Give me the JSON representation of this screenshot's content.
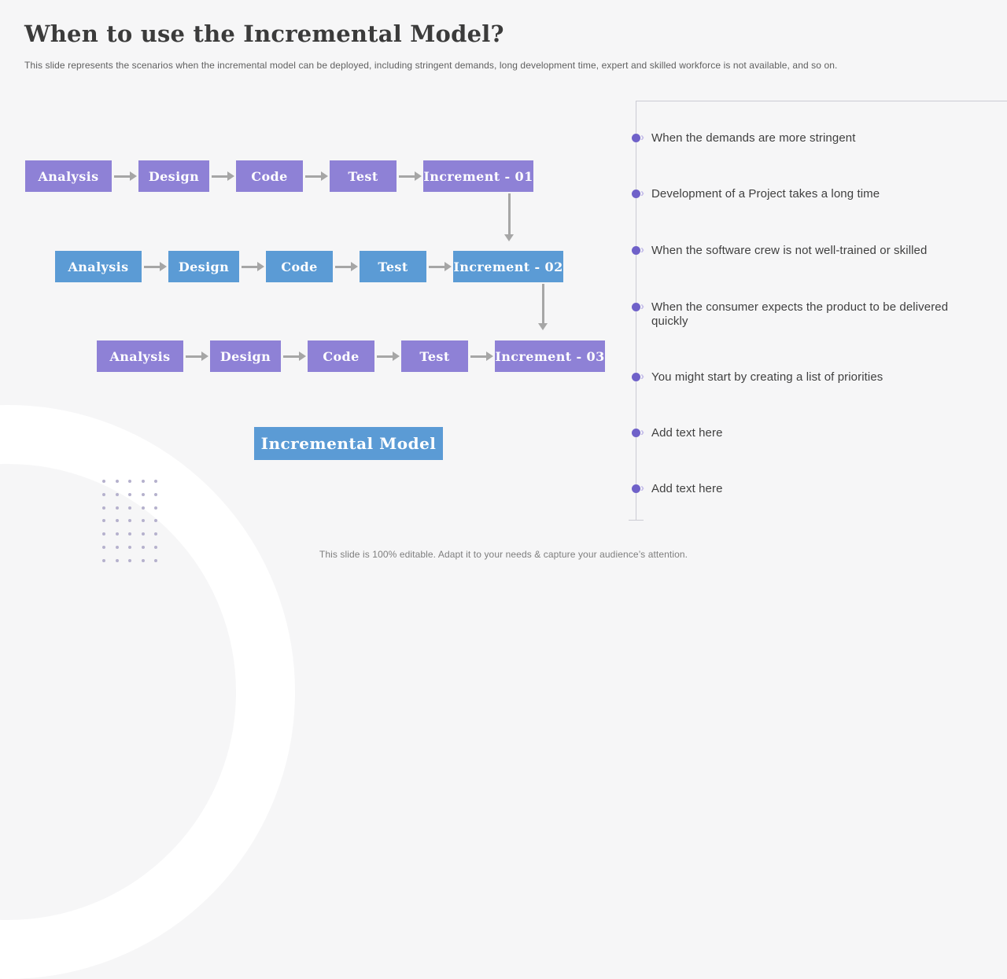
{
  "slide": {
    "title": "When to use the Incremental Model?",
    "subtitle": "This slide represents the scenarios when the incremental model can be deployed, including stringent demands, long development time, expert and skilled workforce is not available, and so on.",
    "footer": "This slide is 100% editable. Adapt it to your needs & capture your audience’s attention."
  },
  "diagram": {
    "caption": "Incremental Model",
    "rows": [
      {
        "steps": [
          "Analysis",
          "Design",
          "Code",
          "Test"
        ],
        "increment": "Increment - 01",
        "color": "#8e81d6"
      },
      {
        "steps": [
          "Analysis",
          "Design",
          "Code",
          "Test"
        ],
        "increment": "Increment - 02",
        "color": "#5b9bd5"
      },
      {
        "steps": [
          "Analysis",
          "Design",
          "Code",
          "Test"
        ],
        "increment": "Increment - 03",
        "color": "#8e81d6"
      }
    ]
  },
  "bullets": {
    "items": [
      "When the demands are more stringent",
      "Development of a Project takes a long time",
      "When the software crew is not well-trained or skilled",
      "When the consumer expects the product to be delivered quickly",
      "You might start by creating a list of priorities",
      "Add text here",
      "Add text here"
    ]
  },
  "colors": {
    "background": "#f6f6f7",
    "purple_box": "#8e81d6",
    "blue_box": "#5b9bd5",
    "arrow": "#a6a6a6",
    "bullet_dot": "#6f61c9",
    "panel_line": "#cbcbd3"
  }
}
